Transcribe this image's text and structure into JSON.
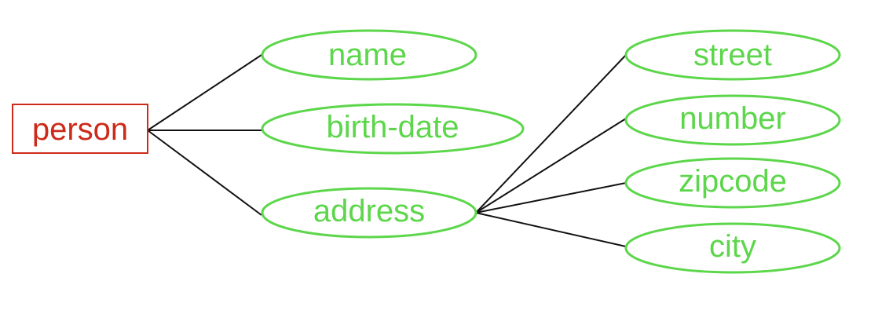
{
  "diagram": {
    "entity": {
      "label": "person",
      "color": "#cc2a1a"
    },
    "attribute_color": "#5cd64a",
    "edge_color": "#111111",
    "attributes": [
      {
        "label": "name"
      },
      {
        "label": "birth-date"
      },
      {
        "label": "address"
      }
    ],
    "address_parts": [
      {
        "label": "street"
      },
      {
        "label": "number"
      },
      {
        "label": "zipcode"
      },
      {
        "label": "city"
      }
    ]
  }
}
